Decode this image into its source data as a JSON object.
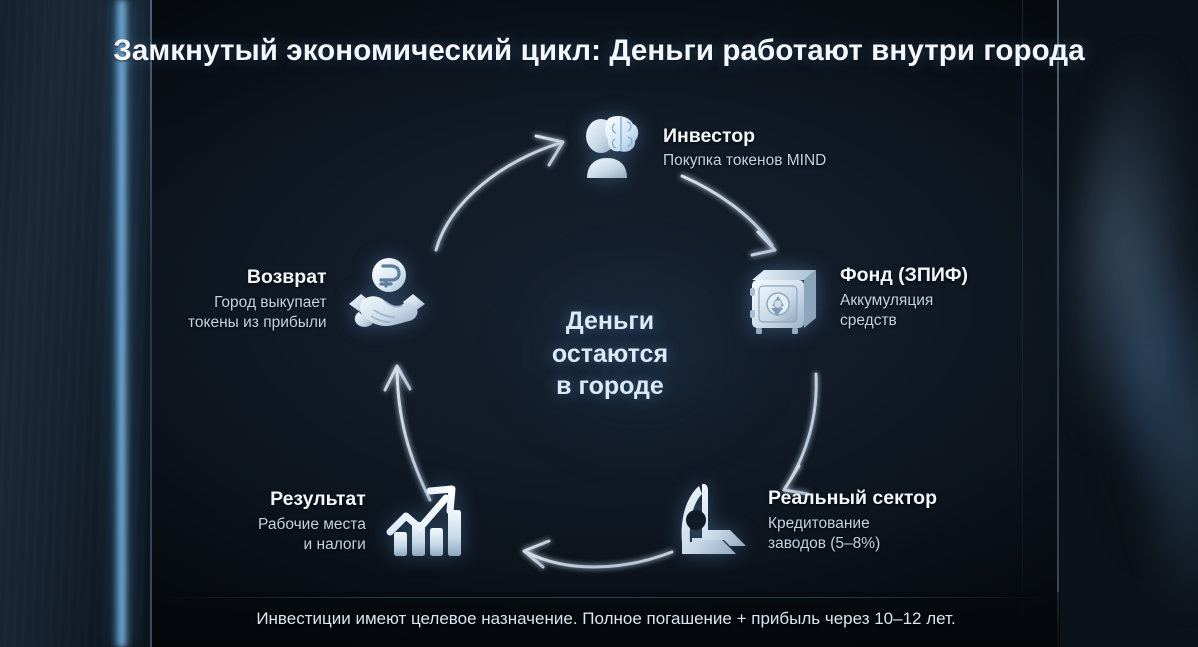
{
  "title": "Замкнутый экономический цикл: Деньги работают внутри города",
  "center": {
    "line1": "Деньги",
    "line2": "остаются",
    "line3": "в городе"
  },
  "nodes": [
    {
      "id": "investor",
      "title": "Инвестор",
      "subtitle": "Покупка токенов MIND",
      "icon": "investor-brain-icon"
    },
    {
      "id": "fund",
      "title": "Фонд (ЗПИФ)",
      "subtitle_line1": "Аккумуляция",
      "subtitle_line2": "средств",
      "icon": "safe-vault-icon"
    },
    {
      "id": "real-sector",
      "title": "Реальный сектор",
      "subtitle_line1": "Кредитование",
      "subtitle_line2": "заводов (5–8%)",
      "icon": "factory-icon"
    },
    {
      "id": "result",
      "title": "Результат",
      "subtitle_line1": "Рабочие места",
      "subtitle_line2": "и налоги",
      "icon": "growth-chart-icon"
    },
    {
      "id": "return",
      "title": "Возврат",
      "subtitle_line1": "Город выкупает",
      "subtitle_line2": "токены из прибыли",
      "icon": "handshake-ruble-icon"
    }
  ],
  "footer": "Инвестиции имеют целевое назначение. Полное погашение + прибыль через 10–12 лет.",
  "colors": {
    "title_text": "#f4f8fc",
    "node_title": "#f2f7fc",
    "node_subtitle": "#c3d2e1",
    "center_text": "#dce9f7",
    "arrow": "#cfe0f2",
    "icon_light": "#e8f1f9",
    "icon_mid": "#9fb6cc",
    "background_dark": "#0b121b",
    "accent_glow": "#5aa8e6"
  },
  "chart_data": {
    "type": "diagram",
    "flow": "cycle",
    "steps": [
      "Инвестор",
      "Фонд (ЗПИФ)",
      "Реальный сектор",
      "Результат",
      "Возврат"
    ],
    "edges": [
      {
        "from": "Инвестор",
        "to": "Фонд (ЗПИФ)"
      },
      {
        "from": "Фонд (ЗПИФ)",
        "to": "Реальный сектор"
      },
      {
        "from": "Реальный сектор",
        "to": "Результат"
      },
      {
        "from": "Результат",
        "to": "Возврат"
      },
      {
        "from": "Возврат",
        "to": "Инвестор"
      }
    ]
  }
}
